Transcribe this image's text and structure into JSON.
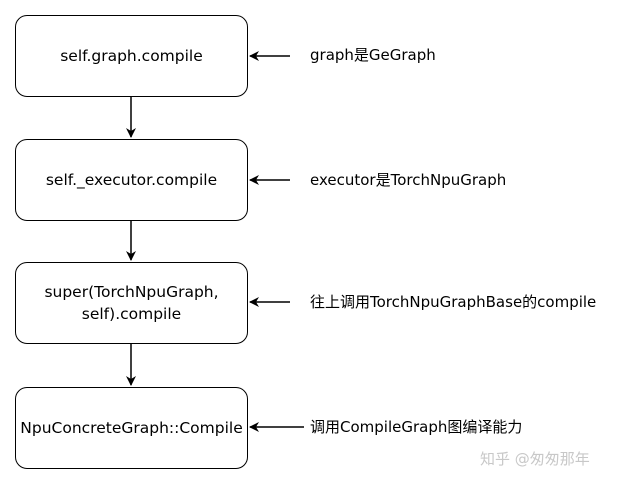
{
  "nodes": [
    {
      "label": "self.graph.compile"
    },
    {
      "label": "self._executor.compile"
    },
    {
      "label": "super(TorchNpuGraph,\nself).compile"
    },
    {
      "label": "NpuConcreteGraph::Compile"
    }
  ],
  "notes": [
    {
      "text": "graph是GeGraph"
    },
    {
      "text": "executor是TorchNpuGraph"
    },
    {
      "text": "往上调用TorchNpuGraphBase的compile"
    },
    {
      "text": "调用CompileGraph图编译能力"
    }
  ],
  "watermark": "知乎 @匆匆那年",
  "colors": {
    "stroke": "#000000",
    "background": "#ffffff",
    "watermark": "#c8c8c8"
  }
}
